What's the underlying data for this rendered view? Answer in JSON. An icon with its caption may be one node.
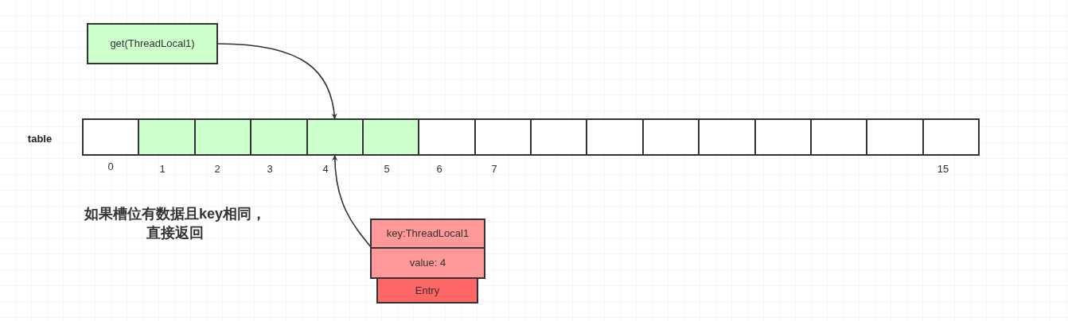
{
  "diagram": {
    "nodes": [
      {
        "text": [
          "get(ThreadLocal1)"
        ]
      },
      {
        "text": [],
        "shape": "box"
      },
      {
        "text": [],
        "shape": "box"
      },
      {
        "text": [],
        "shape": "box"
      },
      {
        "text": [],
        "shape": "box"
      },
      {
        "text": [],
        "shape": "box"
      },
      {
        "text": [],
        "shape": "box"
      },
      {
        "text": [],
        "shape": "box"
      },
      {
        "text": [],
        "shape": "box"
      },
      {
        "text": [],
        "shape": "box"
      },
      {
        "text": [],
        "shape": "box"
      },
      {
        "text": [],
        "shape": "box"
      },
      {
        "text": [],
        "shape": "box"
      },
      {
        "text": [],
        "shape": "box"
      },
      {
        "text": [],
        "shape": "box"
      },
      {
        "text": [],
        "shape": "box"
      },
      {
        "text": [],
        "shape": "box"
      },
      {
        "text": [
          "key:ThreadLocal1"
        ]
      },
      {
        "text": [
          "value: 4"
        ]
      },
      {
        "text": [
          "Entry"
        ]
      }
    ],
    "edges": [
      {
        "from": 0,
        "to": 5,
        "arrow": "to"
      },
      {
        "from": 17,
        "to": 5,
        "arrow": "to"
      }
    ],
    "labels": [
      "table",
      "0",
      "1",
      "2",
      "3",
      "4",
      "5",
      "6",
      "7",
      "15",
      "如果槽位有数据且key相同，直接返回"
    ]
  }
}
